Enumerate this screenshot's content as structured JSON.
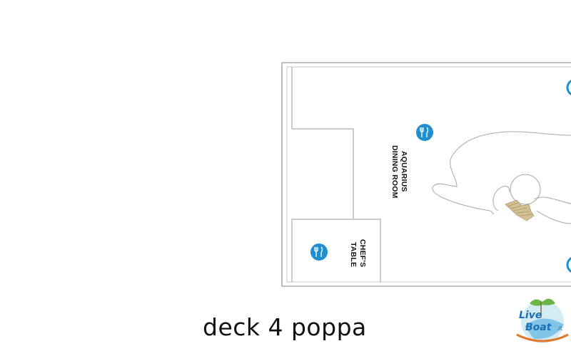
{
  "caption": "deck 4 poppa",
  "rooms": [
    {
      "name": "aquarius-dining-room",
      "lines": [
        "AQUARIUS",
        "DINING ROOM"
      ]
    },
    {
      "name": "chefs-table",
      "lines": [
        "CHEF'S",
        "TABLE"
      ]
    }
  ],
  "icons": {
    "dining": "fork-knife-icon",
    "dining_color": "#1f8fd0"
  },
  "watermark": {
    "text_top": "Live",
    "text_bottom": "Boat",
    "suffix": ".it"
  }
}
